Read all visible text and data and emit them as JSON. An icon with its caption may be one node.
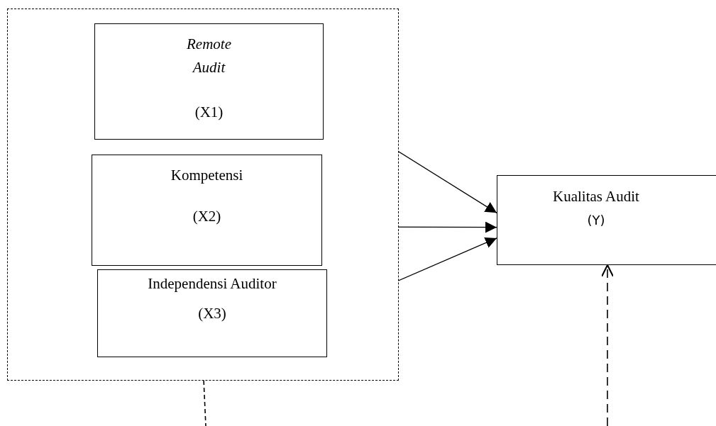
{
  "diagram": {
    "nodes": [
      {
        "text": [],
        "shape": "box"
      },
      {
        "text": [
          "*Remote Audit*",
          "(X1)"
        ],
        "in": 0
      },
      {
        "text": [
          "Kompetensi",
          "(X2)"
        ],
        "in": 0
      },
      {
        "text": [
          "Independensi Auditor",
          "(X3)"
        ],
        "in": 0
      },
      {
        "text": [
          "Kualitas Audit",
          "(Y)"
        ]
      }
    ],
    "edges": [
      {
        "from": 1,
        "to": 4,
        "arrow": "to"
      },
      {
        "from": 2,
        "to": 4,
        "arrow": "to"
      },
      {
        "from": 3,
        "to": 4,
        "arrow": "to"
      },
      {
        "from": 0,
        "to": null,
        "arrow": "none",
        "style": "dashed"
      },
      {
        "from": null,
        "to": 4,
        "arrow": "to",
        "style": "dashed"
      }
    ]
  }
}
